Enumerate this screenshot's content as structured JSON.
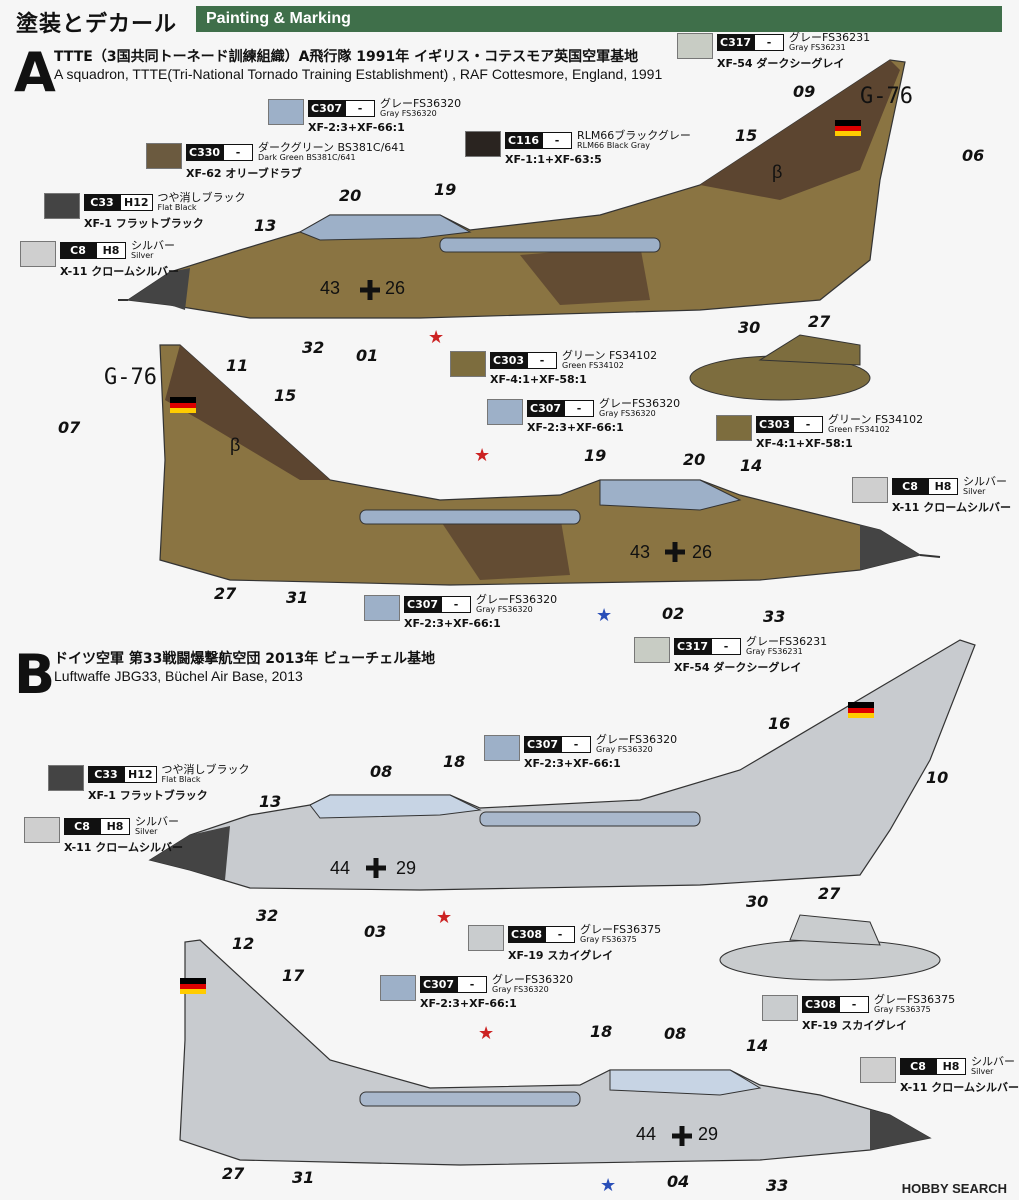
{
  "header": {
    "title_jp": "塗装とデカール",
    "title_en": "Painting & Marking"
  },
  "section_a": {
    "letter": "A",
    "title_jp": "TTTE（3国共同トーネード訓練組織）A飛行隊 1991年 イギリス・コテスモア英国空軍基地",
    "title_en": "A squadron, TTTE(Tri-National Tornado Training Establishment) , RAF Cottesmore, England, 1991"
  },
  "section_b": {
    "letter": "B",
    "title_jp": "ドイツ空軍 第33戦闘爆撃航空団 2013年 ビューチェル基地",
    "title_en": "Luftwaffe JBG33, Büchel Air Base, 2013"
  },
  "colors": {
    "c307": "#9db0c8",
    "c317": "#c8ccc4",
    "c330": "#6b5a3f",
    "c33": "#444",
    "c8": "#cfcfcf",
    "c116": "#2a2420",
    "c303": "#7d6d3e",
    "c308": "#c9ccce",
    "camo_green": "#8a7442",
    "camo_brown": "#5c4530",
    "light_grey": "#c8cbcf"
  },
  "callouts": {
    "c330": {
      "code": "C330",
      "h": "-",
      "jp": "ダークグリーン BS381C/641",
      "en": "Dark Green BS381C/641",
      "mix": "XF-62 オリーブドラブ"
    },
    "c307": {
      "code": "C307",
      "h": "-",
      "jp": "グレーFS36320",
      "en": "Gray FS36320",
      "mix": "XF-2:3+XF-66:1"
    },
    "c317": {
      "code": "C317",
      "h": "-",
      "jp": "グレーFS36231",
      "en": "Gray FS36231",
      "mix": "XF-54 ダークシーグレイ"
    },
    "c116": {
      "code": "C116",
      "h": "-",
      "jp": "RLM66ブラックグレー",
      "en": "RLM66 Black Gray",
      "mix": "XF-1:1+XF-63:5"
    },
    "c33": {
      "code": "C33",
      "h": "H12",
      "jp": "つや消しブラック",
      "en": "Flat Black",
      "mix": "XF-1 フラットブラック"
    },
    "c8": {
      "code": "C8",
      "h": "H8",
      "jp": "シルバー",
      "en": "Silver",
      "mix": "X-11 クロームシルバー"
    },
    "c303": {
      "code": "C303",
      "h": "-",
      "jp": "グリーン FS34102",
      "en": "Green FS34102",
      "mix": "XF-4:1+XF-58:1"
    },
    "c308": {
      "code": "C308",
      "h": "-",
      "jp": "グレーFS36375",
      "en": "Gray FS36375",
      "mix": "XF-19 スカイグレイ"
    }
  },
  "markings": {
    "a_tail": "G-76",
    "a_fuselage_left": "43",
    "a_fuselage_right": "26",
    "b_fuselage_left": "44",
    "b_fuselage_right": "29",
    "beta": "β"
  },
  "numbers": {
    "n01": "01",
    "n02": "02",
    "n03": "03",
    "n04": "04",
    "n06": "06",
    "n07": "07",
    "n08": "08",
    "n09": "09",
    "n10": "10",
    "n11": "11",
    "n12": "12",
    "n13": "13",
    "n14": "14",
    "n15": "15",
    "n16": "16",
    "n17": "17",
    "n18": "18",
    "n19": "19",
    "n20": "20",
    "n27": "27",
    "n30": "30",
    "n31": "31",
    "n32": "32",
    "n33": "33"
  },
  "watermark": "HOBBY SEARCH"
}
